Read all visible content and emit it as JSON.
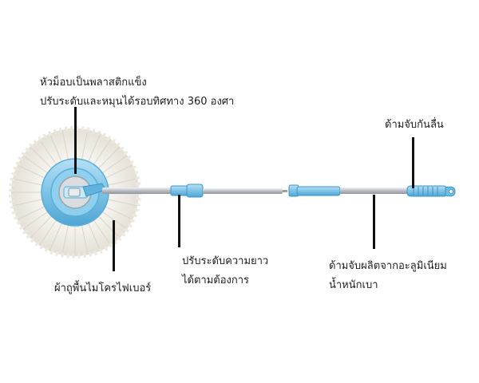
{
  "labels": {
    "mop_head_line1": "หัวม็อบเป็นพลาสติกแข็ง",
    "mop_head_line2": "ปรับระดับและหมุนได้รอบทิศทาง 360 องศา",
    "microfiber_cloth": "ผ้าถูพื้นไมโครไฟเบอร์",
    "adjustable_length_line1": "ปรับระดับความยาว",
    "adjustable_length_line2": "ได้ตามต้องการ",
    "aluminium_handle_line1": "ด้ามจับผลิตจากอะลูมิเนียม",
    "aluminium_handle_line2": "น้ำหนักเบา",
    "anti_slip_grip": "ด้ามจับกันลื่น"
  },
  "colors": {
    "accent_blue": "#7ec3e6",
    "accent_blue_dark": "#4fa6d4",
    "pole_steel": "#c8ccd0",
    "leader_line": "#111111"
  }
}
